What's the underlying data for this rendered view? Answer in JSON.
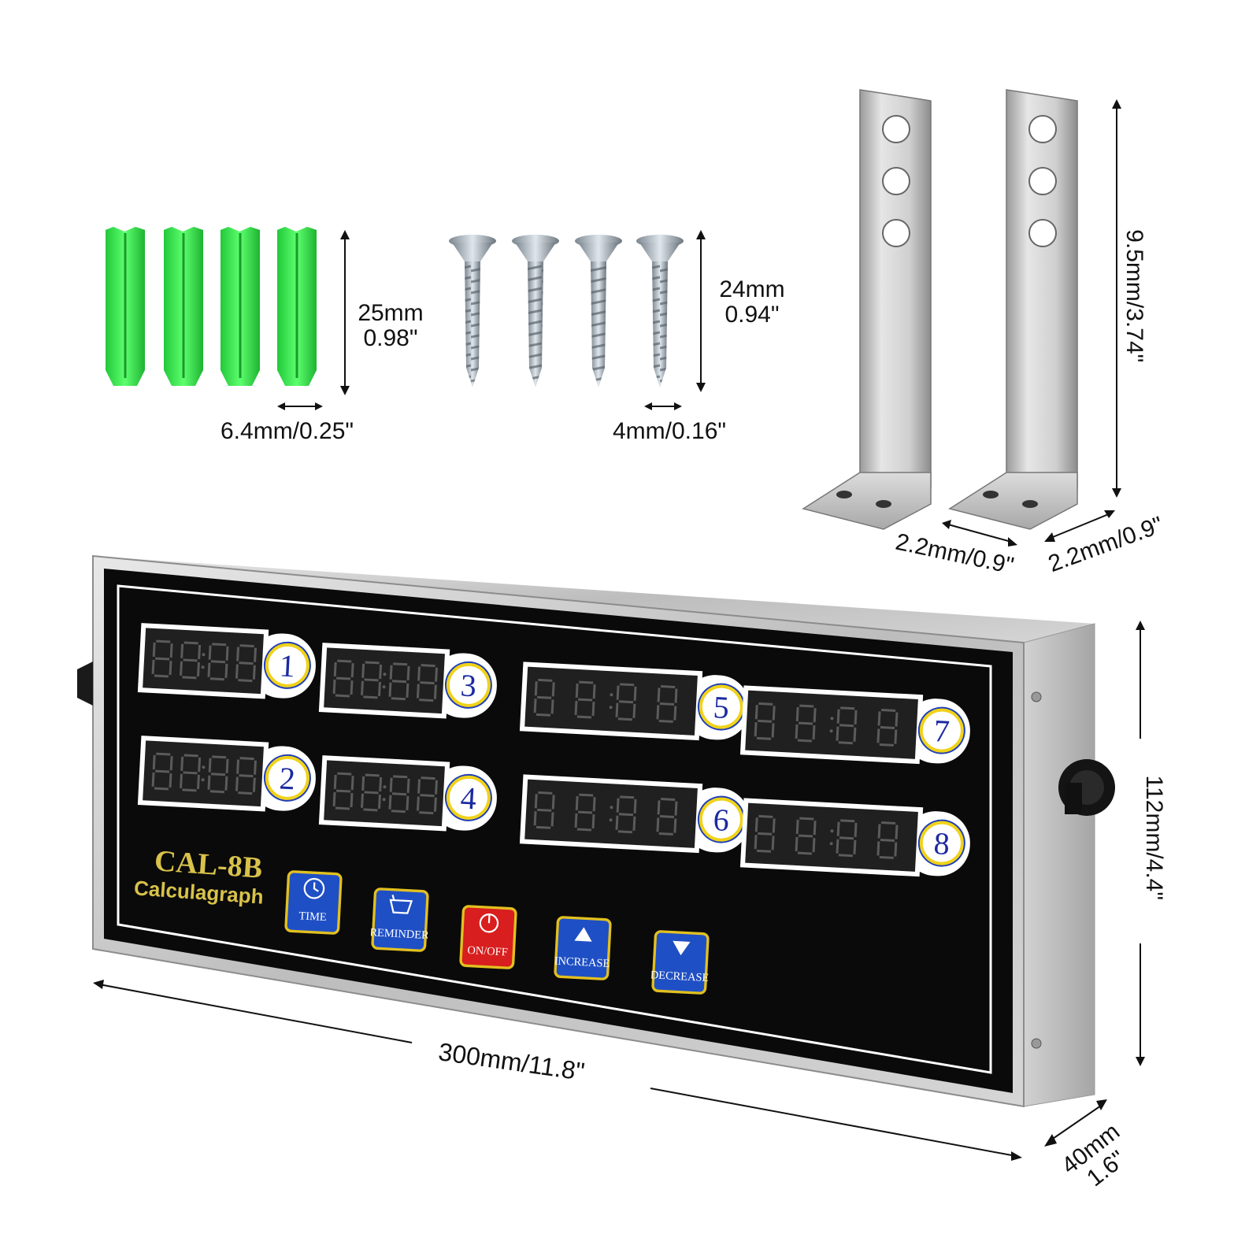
{
  "anchors": {
    "length": "25mm",
    "length_in": "0.98\"",
    "diameter": "6.4mm/0.25\""
  },
  "screws": {
    "length": "24mm",
    "length_in": "0.94\"",
    "diameter": "4mm/0.16\""
  },
  "brackets": {
    "height": "9.5mm/3.74\"",
    "depth_left": "2.2mm/0.9\"",
    "depth_right": "2.2mm/0.9\""
  },
  "device": {
    "model": "CAL-8B",
    "name": "Calculagraph",
    "width": "300mm/11.8\"",
    "height": "112mm/4.4\"",
    "depth_mm": "40mm",
    "depth_in": "1.6\"",
    "timers": [
      "1",
      "2",
      "3",
      "4",
      "5",
      "6",
      "7",
      "8"
    ],
    "buttons": [
      {
        "label": "TIME",
        "icon": "clock-icon",
        "color": "#1f4fc4"
      },
      {
        "label": "REMINDER",
        "icon": "basket-icon",
        "color": "#1f4fc4"
      },
      {
        "label": "ON/OFF",
        "icon": "power-icon",
        "color": "#d81e1e"
      },
      {
        "label": "INCREASE",
        "icon": "arrow-up-icon",
        "color": "#1f4fc4"
      },
      {
        "label": "DECREASE",
        "icon": "arrow-down-icon",
        "color": "#1f4fc4"
      }
    ],
    "colors": {
      "panel": "#0a0a0a",
      "bezel": "#c9c9c9",
      "badge_ring": "#f0d21a",
      "badge_fill": "#1f3fb8",
      "brand_text": "#d8c24a"
    }
  }
}
